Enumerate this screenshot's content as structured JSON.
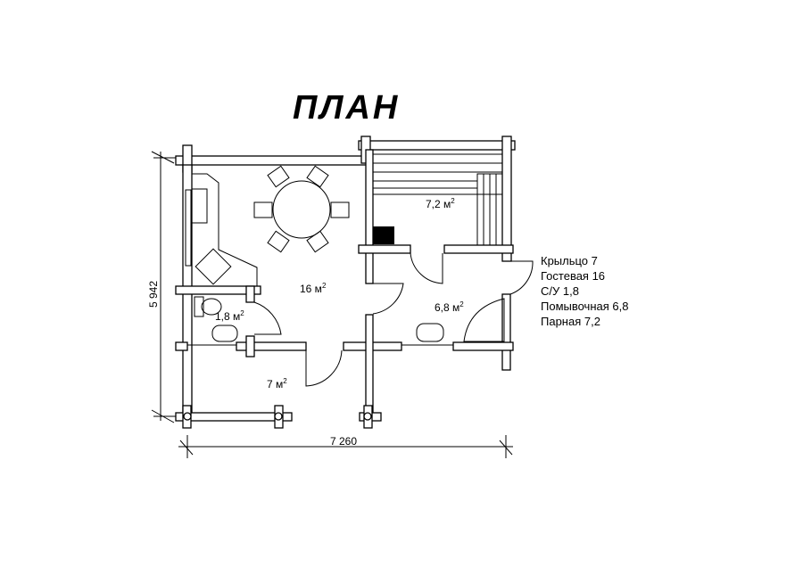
{
  "title": "ПЛАН",
  "rooms": {
    "sauna": "7,2 м",
    "living": "16 м",
    "wc": "1,8 м",
    "wash": "6,8 м",
    "porch": "7 м",
    "sup": "2"
  },
  "dimensions": {
    "height": "5 942",
    "width": "7 260"
  },
  "legend": [
    "Крыльцо 7",
    "Гостевая 16",
    "С/У 1,8",
    "Помывочная 6,8",
    "Парная 7,2"
  ]
}
